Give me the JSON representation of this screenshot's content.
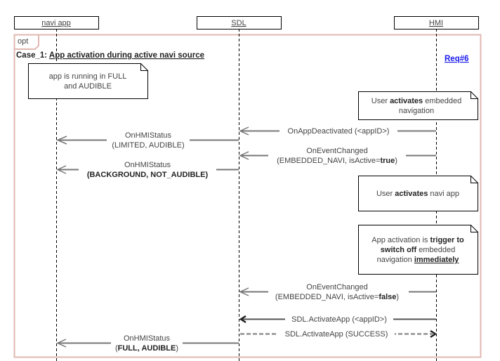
{
  "participants": [
    {
      "id": "navi",
      "label": "navi app"
    },
    {
      "id": "sdl",
      "label": "SDL"
    },
    {
      "id": "hmi",
      "label": "HMI"
    }
  ],
  "frame": {
    "operator": "opt",
    "case_prefix": "Case_1: ",
    "case_title": "App activation during active navi source",
    "req_link": "Req#6",
    "border_color": "#e0b8b0"
  },
  "notes": {
    "n1": {
      "line1": "app is running in FULL",
      "line2": "and AUDIBLE"
    },
    "n2": {
      "l1_a": "User ",
      "l1_b": "activates",
      "l1_c": " embedded",
      "line2": "navigation"
    },
    "n3": {
      "a": "User ",
      "b": "activates",
      "c": " navi app"
    },
    "n4": {
      "l1_a": "App activation is ",
      "l1_b": "trigger to",
      "l2_a": "switch off",
      "l2_b": " embedded",
      "l3_a": "navigation ",
      "l3_b": "immediately"
    }
  },
  "messages": {
    "m1": {
      "text": "OnAppDeactivated (<appID>)"
    },
    "m2": {
      "line1": "OnEventChanged",
      "l2_a": "(EMBEDDED_NAVI, isActive=",
      "l2_b": "true",
      "l2_c": ")"
    },
    "m3": {
      "line1": "OnHMIStatus",
      "line2": "(LIMITED, AUDIBLE)"
    },
    "m4": {
      "line1": "OnHMIStatus",
      "line2": "(BACKGROUND, NOT_AUDIBLE)"
    },
    "m5": {
      "line1": "OnEventChanged",
      "l2_a": "(EMBEDDED_NAVI, isActive=",
      "l2_b": "false",
      "l2_c": ")"
    },
    "m6": {
      "text": "SDL.ActivateApp (<appID>)"
    },
    "m7": {
      "text": "SDL.ActivateApp (SUCCESS)"
    },
    "m8": {
      "line1": "OnHMIStatus",
      "l2_a": "(",
      "l2_b": "FULL, AUDIBLE",
      "l2_c": ")"
    }
  }
}
